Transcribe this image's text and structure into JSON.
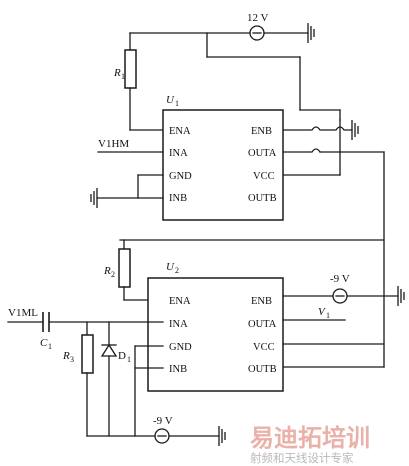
{
  "supplies": {
    "plus12": "12 V",
    "minus9_right": "-9 V",
    "minus9_bottom": "-9 V"
  },
  "chips": {
    "u1": {
      "name": "U",
      "sub": "1",
      "left_pins": [
        "ENA",
        "INA",
        "GND",
        "INB"
      ],
      "right_pins": [
        "ENB",
        "OUTA",
        "VCC",
        "OUTB"
      ]
    },
    "u2": {
      "name": "U",
      "sub": "2",
      "left_pins": [
        "ENA",
        "INA",
        "GND",
        "INB"
      ],
      "right_pins": [
        "ENB",
        "OUTA",
        "VCC",
        "OUTB"
      ]
    }
  },
  "components": {
    "r1": {
      "name": "R",
      "sub": "1"
    },
    "r2": {
      "name": "R",
      "sub": "2"
    },
    "r3": {
      "name": "R",
      "sub": "3"
    },
    "c1": {
      "name": "C",
      "sub": "1"
    },
    "d1": {
      "name": "D",
      "sub": "1"
    }
  },
  "signals": {
    "input1": "V1HM",
    "input2": "V1ML",
    "output": {
      "name": "V",
      "sub": "1"
    }
  },
  "watermark": {
    "brand": "易迪拓培训",
    "tagline": "射频和天线设计专家"
  }
}
